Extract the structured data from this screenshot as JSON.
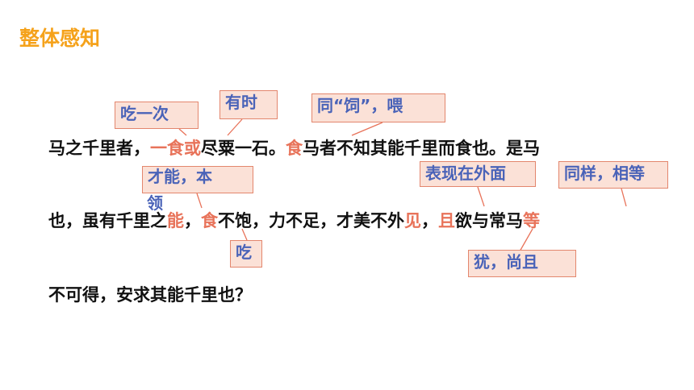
{
  "title": "整体感知",
  "text": {
    "line1": {
      "a": "马之千里者，",
      "b": "一",
      "c": "食",
      "d": "或",
      "e": "尽粟一石。",
      "f": "食",
      "g": "马者不知其能千里而食也。是马"
    },
    "line2": {
      "a": "也，虽有千里之",
      "b": "能",
      "c": "，",
      "d": "食",
      "e": "不饱，力不足，才美不外",
      "f": "见",
      "g": "，",
      "h": "且",
      "i": "欲与常马",
      "j": "等"
    },
    "line3": "不可得，安求其能千里也？"
  },
  "notes": {
    "yici": "吃一次",
    "youshi": "有时",
    "si": "同“饲”，喂",
    "caineng_a": "才能，本",
    "caineng_b": "领",
    "biaoxian": "表现在外面",
    "tongyang": "同样，相等",
    "chi": "吃",
    "youqie": "犹，尚且"
  },
  "colors": {
    "title": "#f5a21b",
    "highlight": "#e8735a",
    "note_text": "#4a63b8",
    "note_bg": "#fbe1d7",
    "note_border": "#e3866d"
  }
}
